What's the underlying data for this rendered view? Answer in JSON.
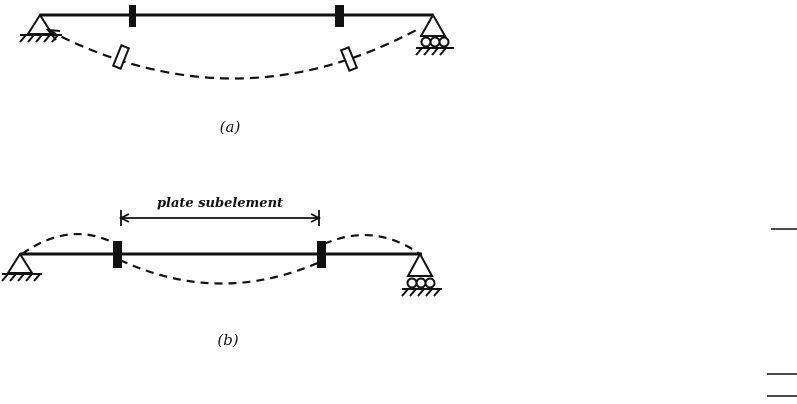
{
  "figure_a": {
    "caption": "(a)"
  },
  "figure_b": {
    "caption": "(b)",
    "dimension_label": "plate subelement"
  },
  "colors": {
    "ink": "#111111",
    "background": "#ffffff"
  }
}
